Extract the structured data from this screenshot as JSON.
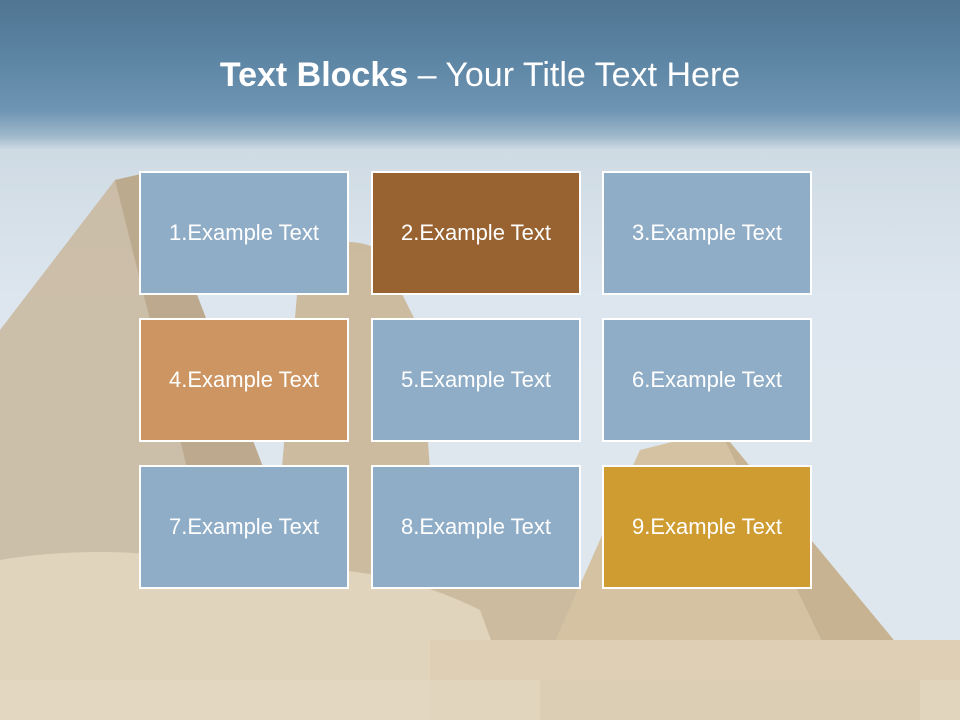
{
  "title": {
    "bold": "Text Blocks",
    "dash": " – ",
    "rest": "Your Title Text Here"
  },
  "blocks": [
    {
      "label": "1.Example Text",
      "color": "#8fadc6"
    },
    {
      "label": "2.Example Text",
      "color": "#996331"
    },
    {
      "label": "3.Example Text",
      "color": "#8fadc6"
    },
    {
      "label": "4.Example Text",
      "color": "#cd9562"
    },
    {
      "label": "5.Example Text",
      "color": "#8fadc6"
    },
    {
      "label": "6.Example Text",
      "color": "#8fadc6"
    },
    {
      "label": "7.Example Text",
      "color": "#8fadc6"
    },
    {
      "label": "8.Example Text",
      "color": "#8fadc6"
    },
    {
      "label": "9.Example Text",
      "color": "#cf9c32"
    }
  ]
}
